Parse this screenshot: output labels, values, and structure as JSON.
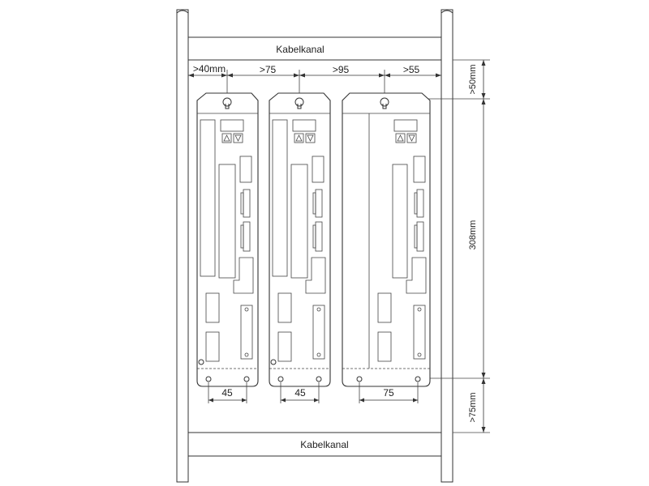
{
  "cable_duct_top": "Kabelkanal",
  "cable_duct_bottom": "Kabelkanal",
  "gaps": {
    "left": ">40mm",
    "between_1_2": ">75",
    "between_2_3": ">95",
    "right": ">55"
  },
  "vertical": {
    "top_clearance": ">50mm",
    "height": "308mm",
    "bottom_clearance": ">75mm"
  },
  "hole_spacing": [
    "45",
    "45",
    "75"
  ],
  "colors": {
    "line": "#333333",
    "background": "#ffffff"
  }
}
